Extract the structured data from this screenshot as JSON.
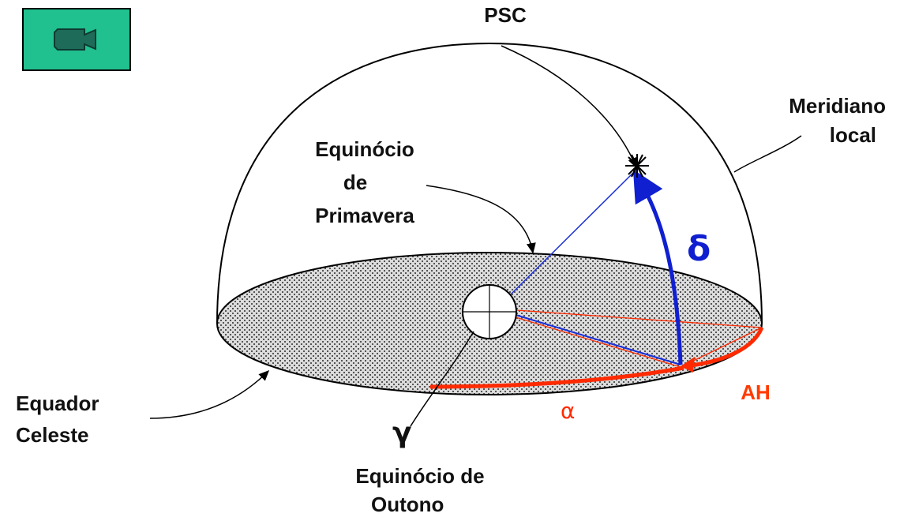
{
  "labels": {
    "psc": "PSC",
    "meridiano_line1": "Meridiano",
    "meridiano_line2": "local",
    "eq_primavera_line1": "Equinócio",
    "eq_primavera_line2": "de",
    "eq_primavera_line3": "Primavera",
    "delta": "δ",
    "equador_line1": "Equador",
    "equador_line2": "Celeste",
    "gamma": "γ",
    "eq_outono_line1": "Equinócio de",
    "eq_outono_line2": "Outono",
    "alpha": "α",
    "ah": "AH"
  },
  "button": {
    "icon": "video-camera-icon"
  },
  "colors": {
    "button_bg": "#20c08f",
    "declination_arc": "#1020d0",
    "right_ascension_arc": "#ff2a00",
    "hour_angle_label": "#ff3b00"
  }
}
